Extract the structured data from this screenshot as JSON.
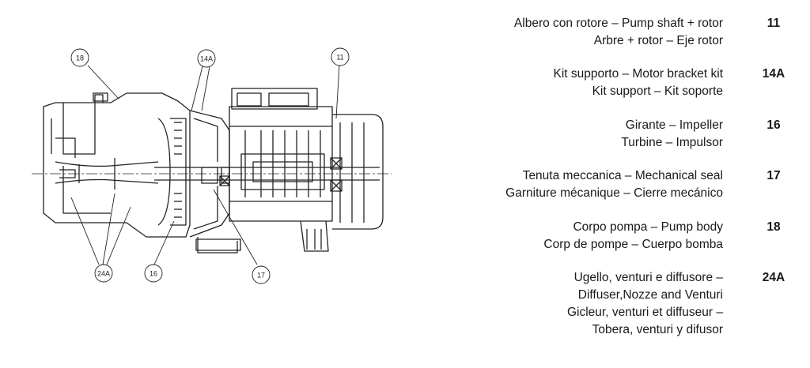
{
  "callouts": {
    "c18": "18",
    "c14a": "14A",
    "c11": "11",
    "c24a": "24A",
    "c16": "16",
    "c17": "17"
  },
  "legend": [
    {
      "lines": [
        "Albero con rotore – Pump shaft + rotor",
        "Arbre + rotor – Eje rotor"
      ],
      "number": "11"
    },
    {
      "lines": [
        "Kit supporto – Motor bracket kit",
        "Kit support – Kit soporte"
      ],
      "number": "14A"
    },
    {
      "lines": [
        "Girante – Impeller",
        "Turbine – Impulsor"
      ],
      "number": "16"
    },
    {
      "lines": [
        "Tenuta meccanica – Mechanical seal",
        "Garniture mécanique – Cierre mecánico"
      ],
      "number": "17"
    },
    {
      "lines": [
        "Corpo pompa – Pump body",
        "Corp de pompe – Cuerpo bomba"
      ],
      "number": "18"
    },
    {
      "lines": [
        "Ugello, venturi e diffusore –",
        "Diffuser,Nozze and Venturi",
        "Gicleur, venturi et diffuseur –",
        "Tobera, venturi y difusor"
      ],
      "number": "24A"
    }
  ]
}
